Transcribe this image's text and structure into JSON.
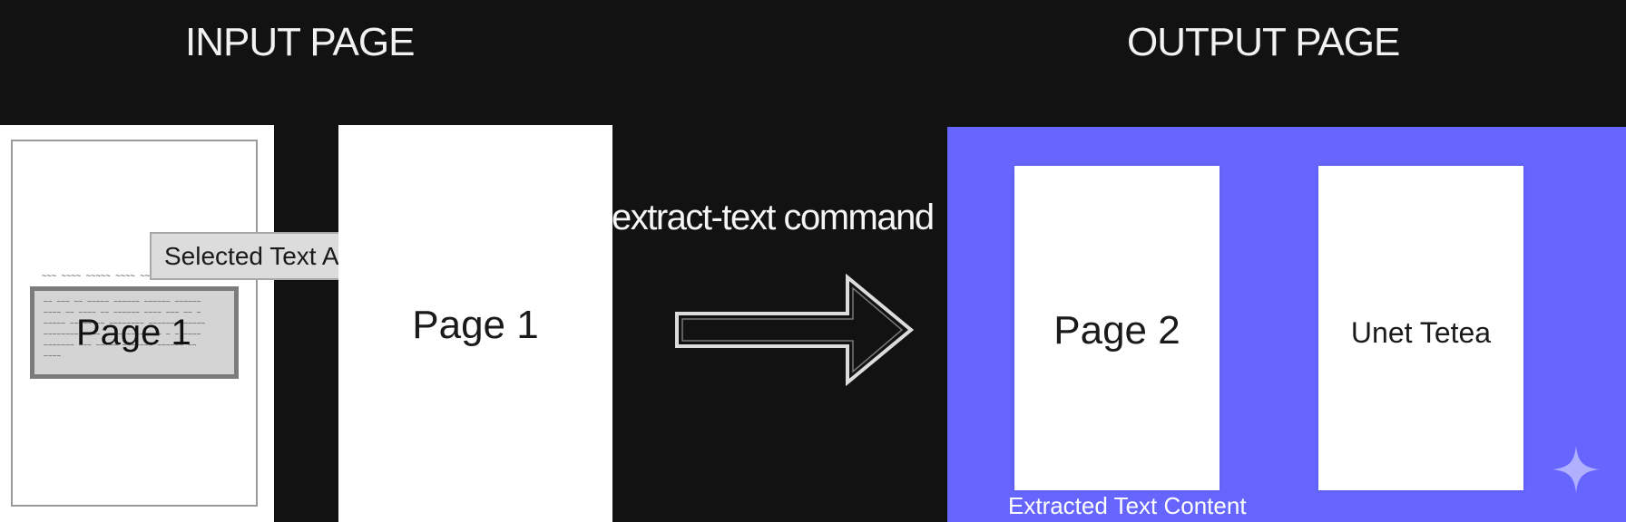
{
  "headings": {
    "input": "INPUT PAGE",
    "output": "OUTPUT PAGE"
  },
  "input": {
    "selected_label": "Selected Text Area",
    "overlay_page_label": "Page 1",
    "middle_page_label": "Page 1"
  },
  "command": "extract-text command",
  "output": {
    "page_2_label": "Page 2",
    "page_3_label": "Unet Tetea",
    "caption": "Extracted Text Content"
  },
  "colors": {
    "background": "#121212",
    "output_panel": "#6666ff",
    "selection_fill": "#d4d4d4",
    "selection_border": "#7c7c7c"
  },
  "icons": [
    "right-arrow-icon",
    "sparkle-icon"
  ]
}
